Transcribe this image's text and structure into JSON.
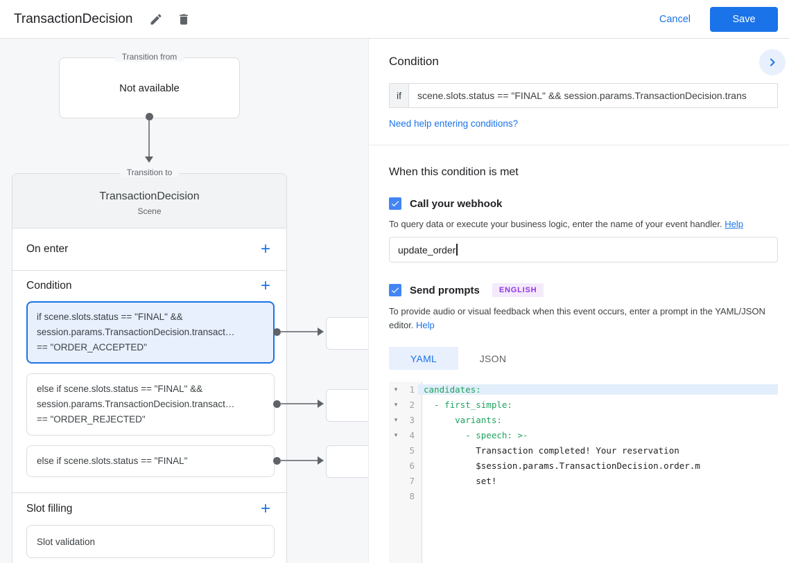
{
  "header": {
    "title": "TransactionDecision",
    "cancel_label": "Cancel",
    "save_label": "Save"
  },
  "colors": {
    "accent_blue": "#1a73e8",
    "checkbox_blue": "#4285f4",
    "selected_card_bg": "#e8f0fe",
    "canvas_bg": "#f6f7f9",
    "badge_purple": "#9334e6",
    "editor_key_green": "#1da35e"
  },
  "diagram": {
    "transition_from": {
      "legend": "Transition from",
      "content": "Not available"
    },
    "transition_to": {
      "legend": "Transition to",
      "title": "TransactionDecision",
      "subtitle": "Scene"
    },
    "on_enter": {
      "label": "On enter"
    },
    "condition": {
      "label": "Condition",
      "cards": [
        {
          "selected": true,
          "lines": [
            "if scene.slots.status == \"FINAL\" &&",
            "session.params.TransactionDecision.transact…",
            "== \"ORDER_ACCEPTED\""
          ]
        },
        {
          "selected": false,
          "lines": [
            "else if scene.slots.status == \"FINAL\" &&",
            "session.params.TransactionDecision.transact…",
            "== \"ORDER_REJECTED\""
          ]
        },
        {
          "selected": false,
          "lines": [
            "else if scene.slots.status == \"FINAL\""
          ]
        }
      ]
    },
    "slot_filling": {
      "label": "Slot filling",
      "card": "Slot validation"
    }
  },
  "panel": {
    "title": "Condition",
    "if_label": "if",
    "if_value": "scene.slots.status == \"FINAL\" && session.params.TransactionDecision.trans",
    "conditions_help_link": "Need help entering conditions?",
    "when_title": "When this condition is met",
    "webhook": {
      "label": "Call your webhook",
      "description": "To query data or execute your business logic, enter the name of your event handler.",
      "help_label": "Help",
      "value": "update_order"
    },
    "prompts": {
      "label": "Send prompts",
      "badge": "ENGLISH",
      "description": "To provide audio or visual feedback when this event occurs, enter a prompt in the YAML/JSON editor.",
      "help_label": "Help"
    },
    "tabs": [
      {
        "label": "YAML",
        "active": true
      },
      {
        "label": "JSON",
        "active": false
      }
    ],
    "editor": {
      "lines": [
        {
          "num": "1",
          "text": "candidates:",
          "kind": "key",
          "fold": true,
          "highlight": true
        },
        {
          "num": "2",
          "text": "  - first_simple:",
          "kind": "key",
          "fold": true,
          "highlight": false
        },
        {
          "num": "3",
          "text": "      variants:",
          "kind": "key",
          "fold": true,
          "highlight": false
        },
        {
          "num": "4",
          "text": "        - speech: >-",
          "kind": "key",
          "fold": true,
          "highlight": false
        },
        {
          "num": "5",
          "text": "          Transaction completed! Your reservation",
          "kind": "plain",
          "fold": false,
          "highlight": false
        },
        {
          "num": "6",
          "text": "          $session.params.TransactionDecision.order.m",
          "kind": "plain",
          "fold": false,
          "highlight": false
        },
        {
          "num": "7",
          "text": "          set!",
          "kind": "plain",
          "fold": false,
          "highlight": false
        },
        {
          "num": "8",
          "text": "",
          "kind": "plain",
          "fold": false,
          "highlight": false
        }
      ]
    }
  }
}
